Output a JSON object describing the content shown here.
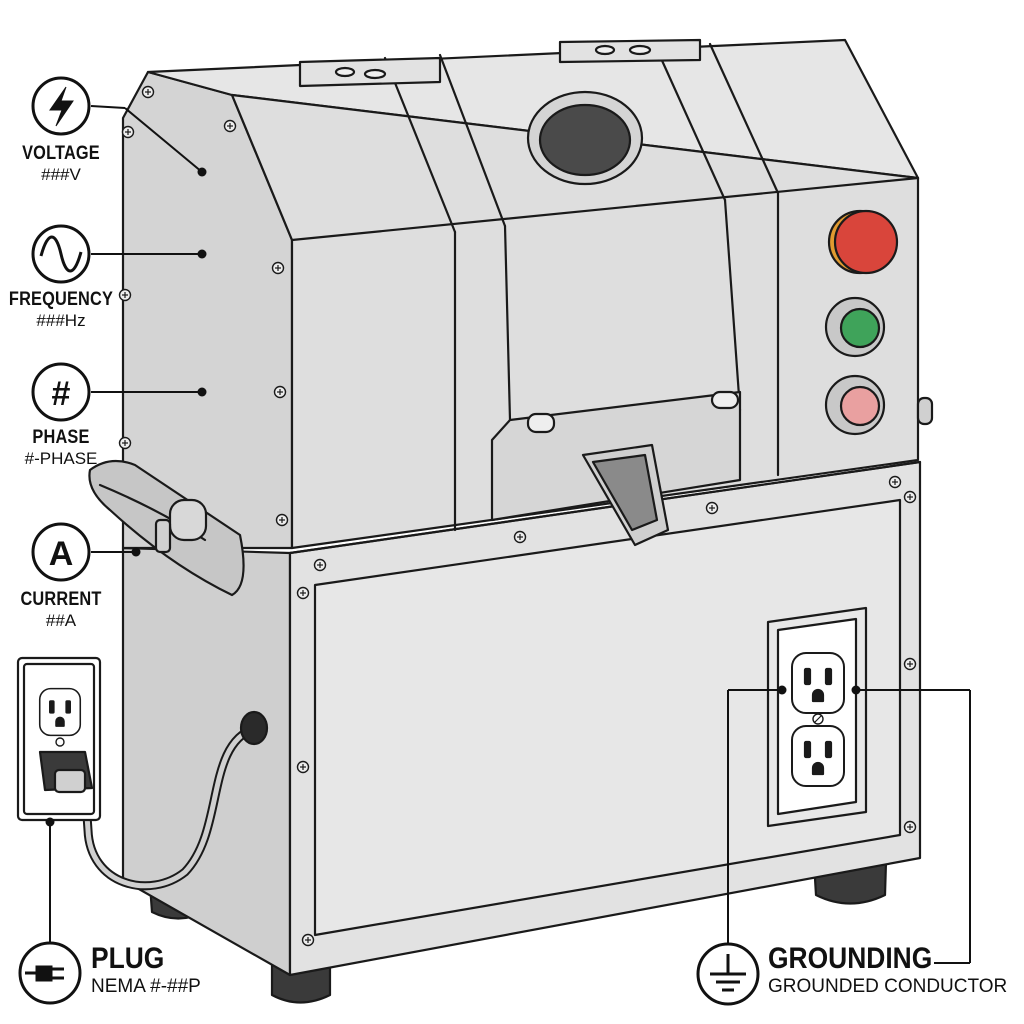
{
  "labels": {
    "voltage": {
      "title": "VOLTAGE",
      "value": "###V",
      "icon": "lightning-bolt-icon"
    },
    "frequency": {
      "title": "FREQUENCY",
      "value": "###Hz",
      "icon": "sine-wave-icon"
    },
    "phase": {
      "title": "PHASE",
      "value": "#-PHASE",
      "icon": "hash-icon"
    },
    "current": {
      "title": "CURRENT",
      "value": "##A",
      "icon": "ampere-icon"
    },
    "plug": {
      "title": "PLUG",
      "value": "NEMA #-##P",
      "icon": "plug-icon"
    },
    "grounding": {
      "title": "GROUNDING",
      "value": "GROUNDED CONDUCTOR",
      "icon": "ground-symbol-icon"
    }
  },
  "colors": {
    "body": "#dcdcdc",
    "outline": "#1a1a1a",
    "stop_button": "#d9453b",
    "start_button": "#3fa35a",
    "aux_button": "#e9a0a0"
  }
}
